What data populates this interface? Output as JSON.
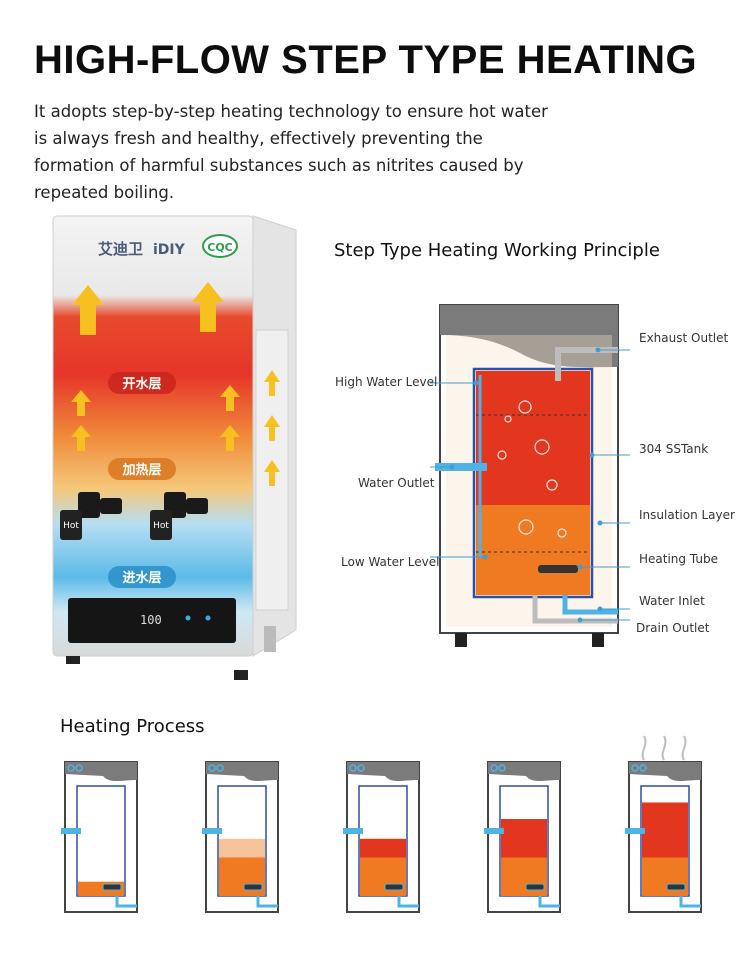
{
  "header": {
    "title": "HIGH-FLOW STEP TYPE HEATING",
    "intro": "It adopts step-by-step heating technology to ensure hot water is always fresh and healthy, effectively preventing the formation of harmful substances such as nitrites caused by repeated boiling."
  },
  "machine": {
    "brand": "艾迪卫",
    "brand_latin": "iDIY",
    "certification": "CQC",
    "zones": [
      "开水层",
      "加热层",
      "进水层"
    ],
    "tap_labels": [
      "Hot",
      "Hot"
    ],
    "display_readout": "100"
  },
  "principle": {
    "title": "Step Type Heating Working Principle",
    "labels": {
      "exhaust_outlet": "Exhaust Outlet",
      "high_water_level": "High Water Level",
      "tank": "304 SSTank",
      "water_outlet": "Water Outlet",
      "insulation_layer": "Insulation Layer",
      "low_water_level": "Low Water Level",
      "heating_tube": "Heating Tube",
      "water_inlet": "Water Inlet",
      "drain_outlet": "Drain Outlet"
    }
  },
  "process": {
    "title": "Heating Process",
    "stages": [
      {
        "orange_fill": 0.13,
        "red_fill": 0.0,
        "light_fill": 0.0,
        "steam": false
      },
      {
        "orange_fill": 0.35,
        "red_fill": 0.0,
        "light_fill": 0.17,
        "steam": false
      },
      {
        "orange_fill": 0.35,
        "red_fill": 0.17,
        "light_fill": 0.0,
        "steam": false
      },
      {
        "orange_fill": 0.35,
        "red_fill": 0.35,
        "light_fill": 0.0,
        "steam": false
      },
      {
        "orange_fill": 0.35,
        "red_fill": 0.5,
        "light_fill": 0.0,
        "steam": true
      }
    ]
  },
  "colors": {
    "hot_red": "#e2361f",
    "warm_orange": "#ef7a22",
    "cool_blue": "#4fb3e6",
    "tank_border": "#2f4fa2",
    "body_gray": "#7b7b7b"
  }
}
